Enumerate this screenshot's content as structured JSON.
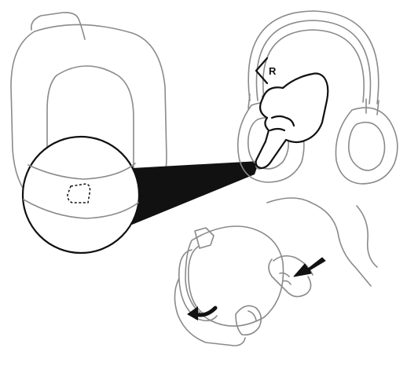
{
  "figure": {
    "side_marker": "R",
    "colors": {
      "line_light": "#8a8a8a",
      "line_dark": "#111111",
      "callout_fill": "#111111",
      "sensor_dot": "#9a9a9a",
      "background": "#ffffff"
    },
    "icons": [
      "ear-cup-closeup",
      "headphones",
      "pressing-hand",
      "magnifier-circle",
      "removing-cushion-hands",
      "push-arrow",
      "rotate-arrow"
    ]
  }
}
